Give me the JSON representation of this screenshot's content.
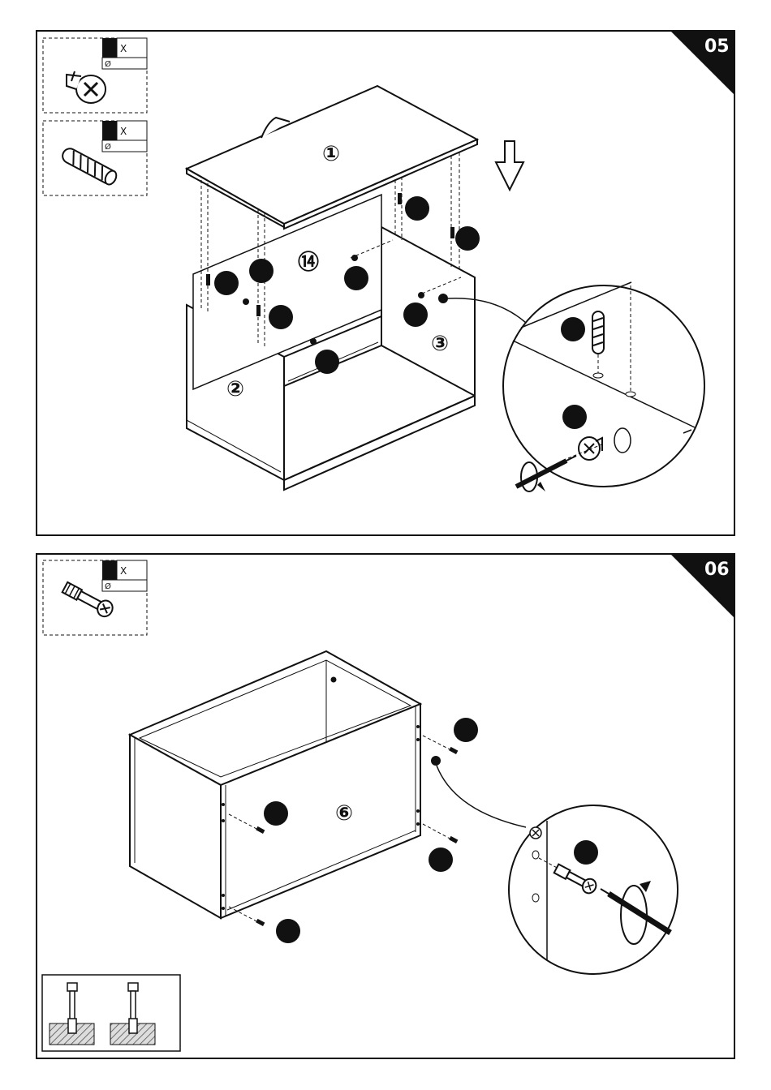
{
  "steps": [
    {
      "number": "05",
      "hardware": [
        {
          "icon": "cam-lock-icon",
          "qty": "X",
          "dia": "Ø"
        },
        {
          "icon": "wooden-dowel-icon",
          "qty": "X",
          "dia": "Ø"
        }
      ],
      "panels": [
        "①",
        "⑭",
        "②",
        "③"
      ]
    },
    {
      "number": "06",
      "hardware": [
        {
          "icon": "cam-bolt-icon",
          "qty": "X",
          "dia": "Ø"
        }
      ],
      "panels": [
        "⑥"
      ]
    }
  ],
  "colors": {
    "ink": "#111111",
    "paper": "#ffffff",
    "hatch": "#777777"
  }
}
